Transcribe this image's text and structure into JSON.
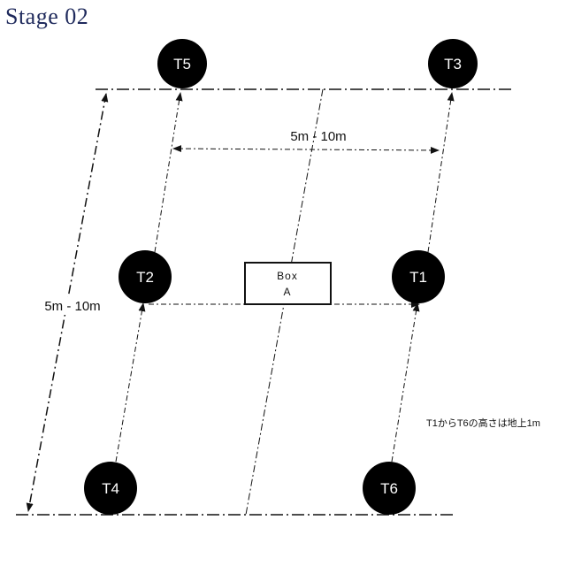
{
  "title": "Stage 02",
  "targets": [
    {
      "id": "T1",
      "label": "T1"
    },
    {
      "id": "T2",
      "label": "T2"
    },
    {
      "id": "T3",
      "label": "T3"
    },
    {
      "id": "T4",
      "label": "T4"
    },
    {
      "id": "T5",
      "label": "T5"
    },
    {
      "id": "T6",
      "label": "T6"
    }
  ],
  "box": {
    "line1": "Box",
    "line2": "A"
  },
  "dimensions": {
    "horizontal": "5m - 10m",
    "vertical": "5m - 10m"
  },
  "note": "T1からT6の高さは地上1m",
  "colors": {
    "title": "#1f2a5c",
    "target_fill": "#000000",
    "line": "#111111"
  }
}
